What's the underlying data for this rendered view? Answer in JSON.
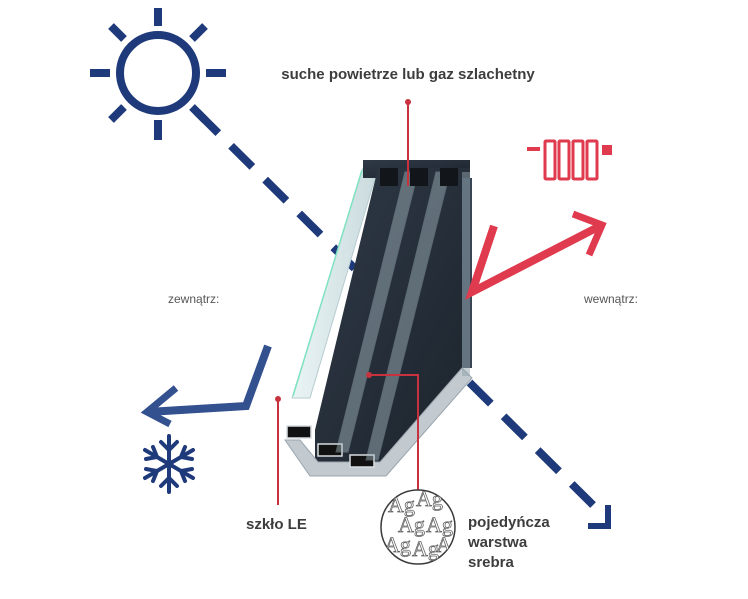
{
  "labels": {
    "gas": "suche powietrze lub gaz szlachetny",
    "outside": "zewnątrz:",
    "inside": "wewnątrz:",
    "le_glass": "szkło LE",
    "silver_line1": "pojedyńcza",
    "silver_line2": "warstwa",
    "silver_line3": "srebra",
    "ag_glyph": "Ag"
  },
  "icons": {
    "sun": "sun-icon",
    "snowflake": "snowflake-icon",
    "radiator": "radiator-icon",
    "silver_coating": "silver-coating-icon"
  },
  "colors": {
    "navy": "#1f3a7a",
    "red": "#e03a4e",
    "frame": "#2b3440",
    "glass": "#dfecef"
  }
}
